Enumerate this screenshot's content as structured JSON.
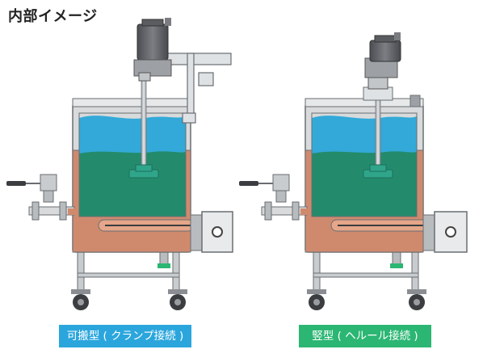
{
  "heading": "内部イメージ",
  "captions": {
    "left": "可搬型 ( クランプ接続 )",
    "right": "竪型 ( ヘルール接続 )"
  },
  "colors": {
    "caption_left_bg": "#2ba6dd",
    "caption_right_bg": "#2bb673",
    "liquid_top": "#32a9d8",
    "liquid_bottom": "#238b6b",
    "jacket": "#cf8a6e",
    "motor": "#5e6066"
  }
}
